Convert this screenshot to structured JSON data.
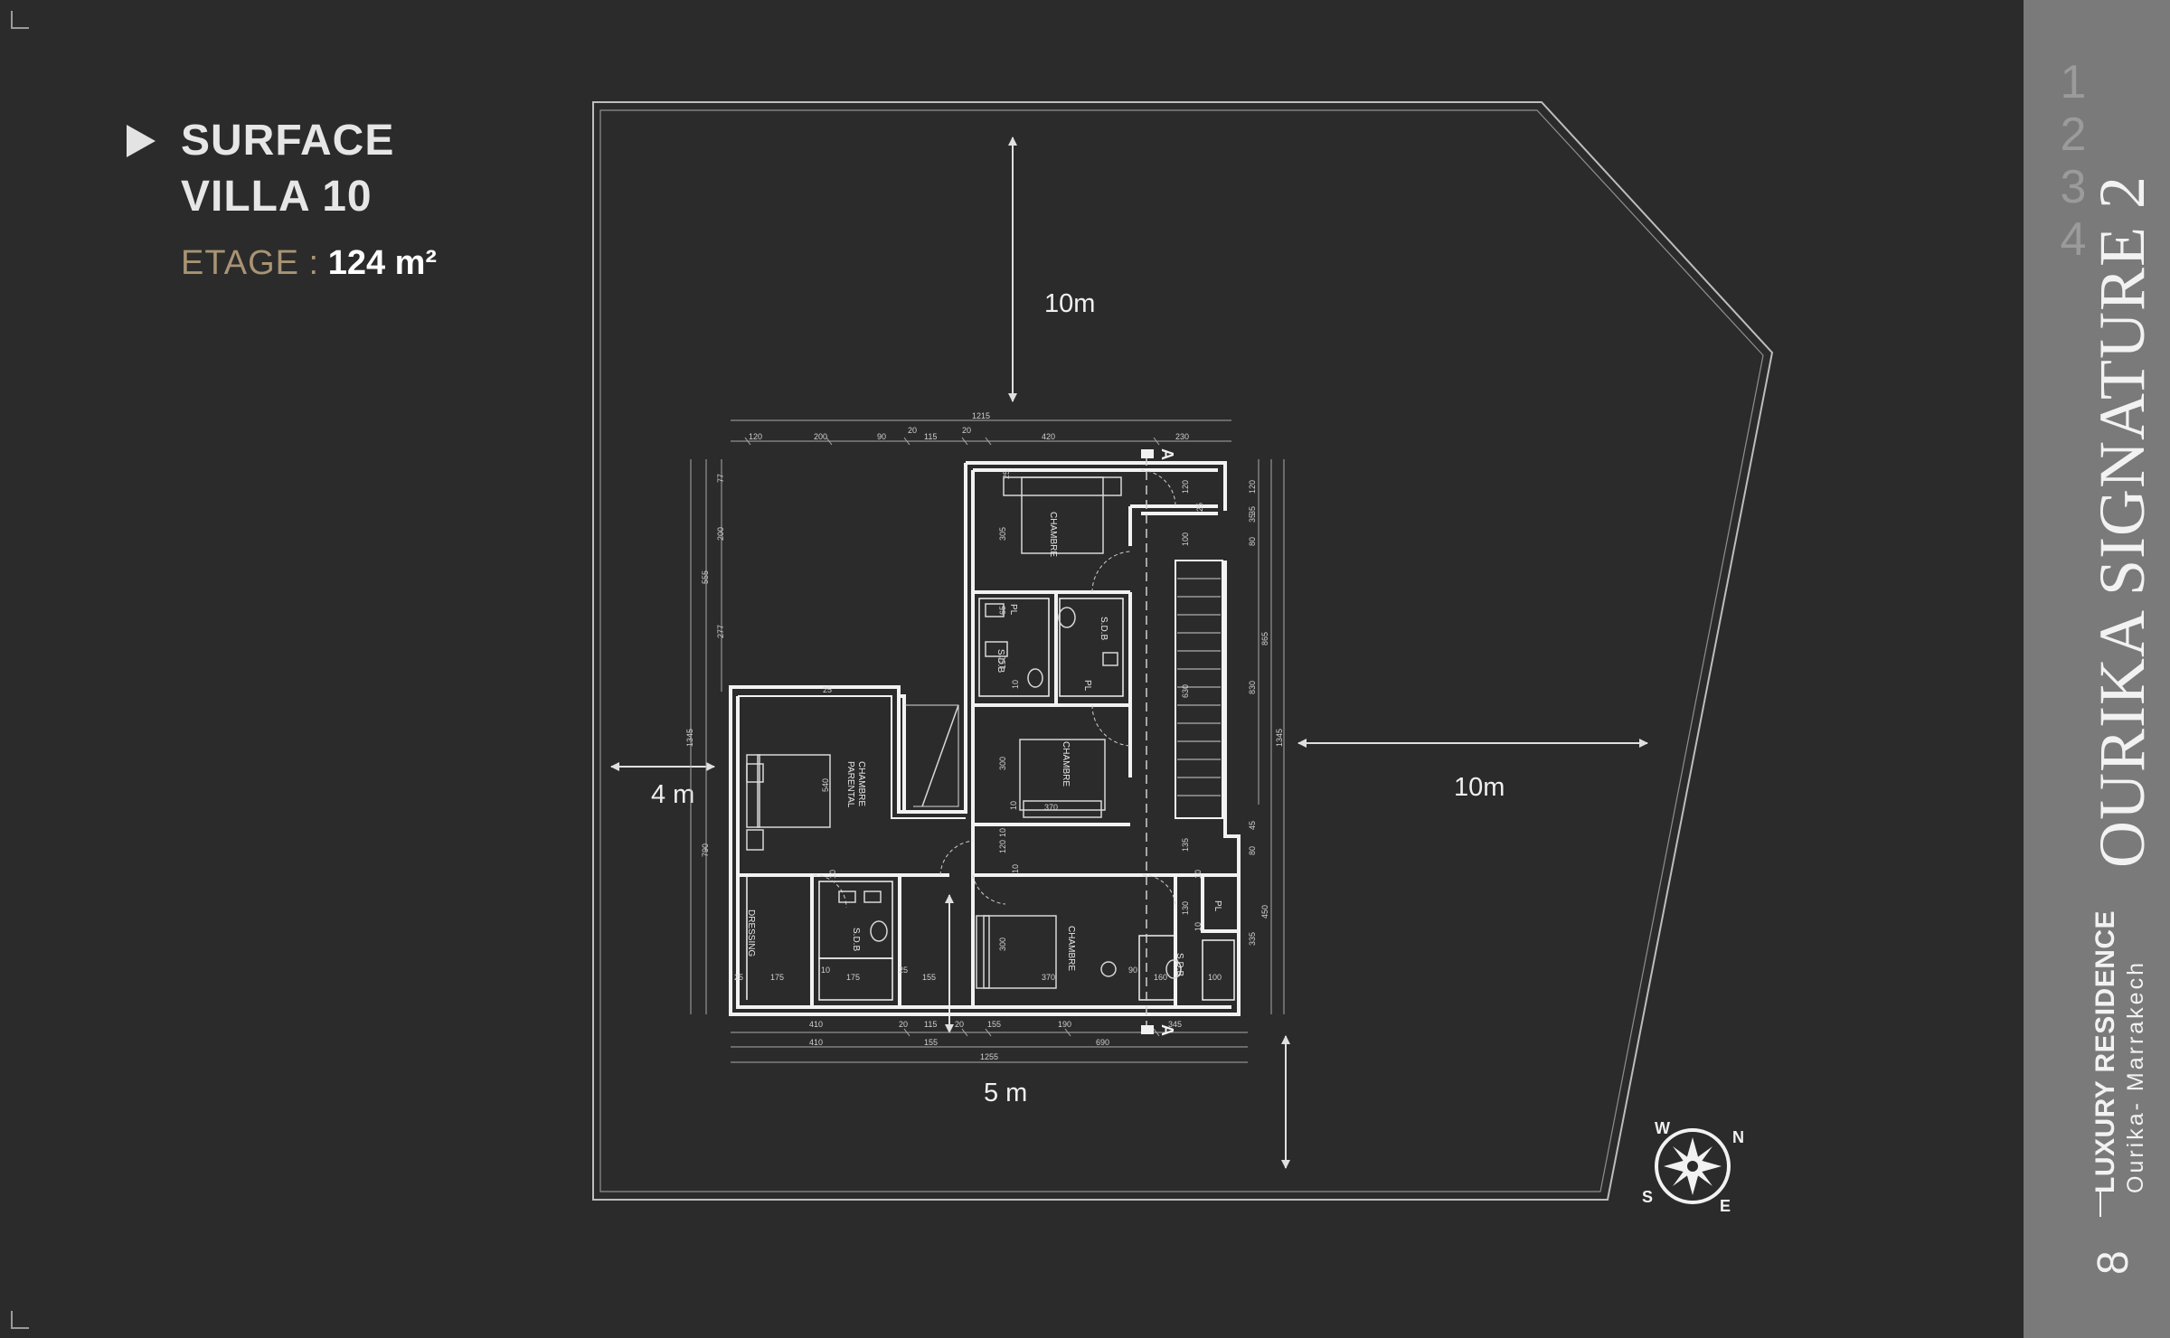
{
  "title": {
    "line1": "SURFACE",
    "line2": "VILLA 10",
    "floor_label": "ETAGE",
    "floor_separator": " : ",
    "floor_value": "124 m²"
  },
  "colors": {
    "background": "#2b2b2b",
    "accent": "#a89474",
    "sidebar": "#7a7a7a",
    "lines": "#d8d8d8"
  },
  "site": {
    "distances": {
      "top": "10m",
      "right": "10m",
      "left": "4 m",
      "bottom": "5 m"
    }
  },
  "rooms": {
    "chambre_top": "CHAMBRE",
    "chambre_middle": "CHAMBRE",
    "chambre_parental_1": "CHAMBRE",
    "chambre_parental_2": "PARENTAL",
    "chambre_bottom": "CHAMBRE",
    "sdb_upper_1": "S.D.B",
    "sdb_upper_2": "S.D.B",
    "sdb_lower_1": "S.D.B",
    "sdb_lower_2": "S.D.B",
    "dressing": "DRESSING",
    "pl_1": "PL",
    "pl_2": "PL",
    "pl_3": "PL"
  },
  "section_marks": {
    "top": "A",
    "bottom": "A"
  },
  "dimensions": {
    "top_total": "1215",
    "top_chain": [
      "120",
      "200",
      "90",
      "20",
      "115",
      "20",
      "420",
      "230"
    ],
    "bottom_chain_1": [
      "410",
      "20",
      "115",
      "20",
      "155",
      "190",
      "345"
    ],
    "bottom_chain_2": [
      "410",
      "155",
      "690"
    ],
    "bottom_total": "1255",
    "left_chain": [
      "77",
      "200",
      "277"
    ],
    "left_total_upper": "555",
    "left_total": "1345",
    "left_lower": "790",
    "right_chain": [
      "120",
      "35",
      "80"
    ],
    "right_total_upper": "865",
    "right_total": "1345",
    "right_chain_lower": [
      "45",
      "80",
      "450",
      "335"
    ],
    "right_mid": "830",
    "interior": [
      "305",
      "100",
      "65",
      "10",
      "150",
      "300",
      "370",
      "120",
      "10",
      "10",
      "300",
      "370",
      "175",
      "175",
      "155",
      "90",
      "160",
      "100",
      "25",
      "25",
      "135",
      "10",
      "130",
      "10",
      "35",
      "120",
      "25",
      "25",
      "630",
      "540",
      "25",
      "10",
      "10",
      "10"
    ]
  },
  "compass": {
    "north": "N",
    "east": "E",
    "south": "S",
    "west": "W"
  },
  "sidebar": {
    "pages": [
      "1",
      "2",
      "3",
      "4"
    ],
    "brand": "OURIKA SIGNATURE 2",
    "residence_title": "LUXURY RESIDENCE",
    "residence_location": "Ourika- Marrakech",
    "page_index": "8"
  }
}
